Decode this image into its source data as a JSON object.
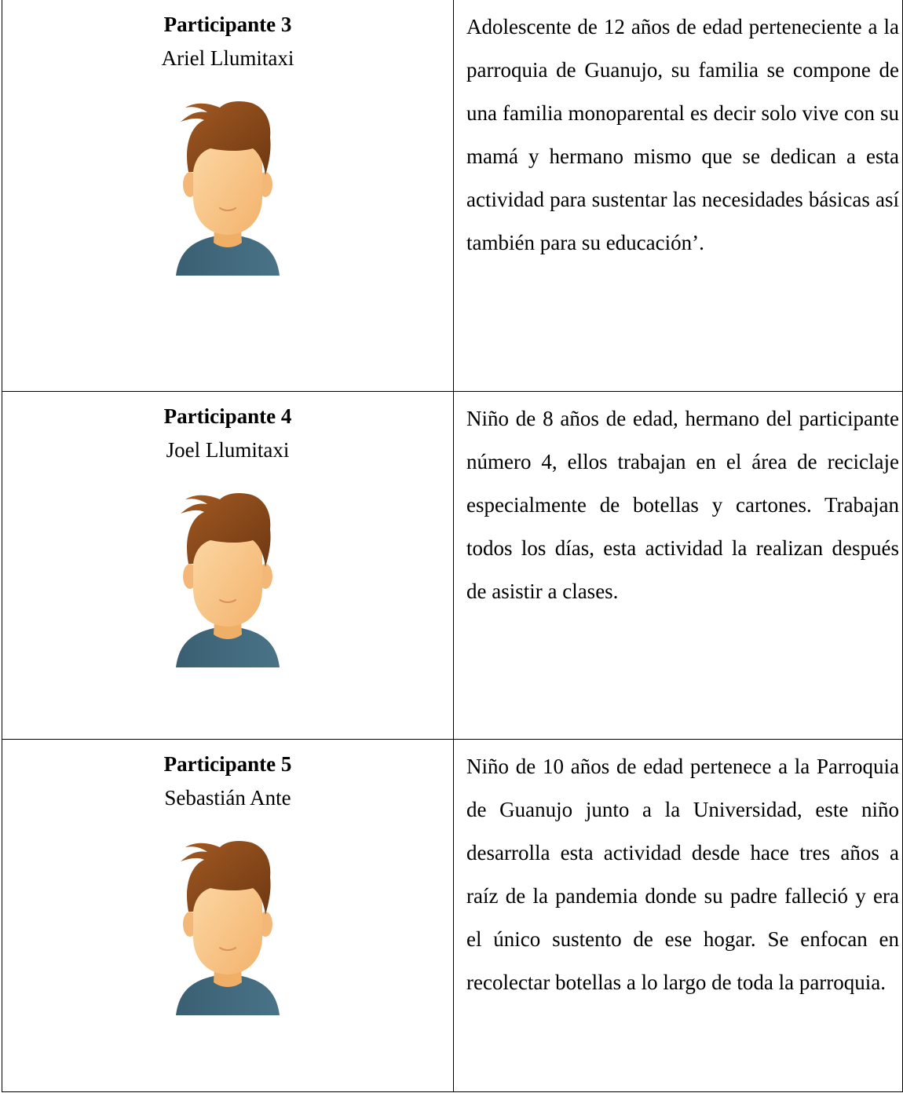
{
  "rows": [
    {
      "title": "Participante 3",
      "name": "Ariel Llumitaxi",
      "avatar_icon": "male-avatar-icon",
      "description": "Adolescente de 12 años de edad perteneciente a la parroquia de Guanujo, su familia se compone de una familia monoparental es decir solo vive con su mamá y hermano mismo que se dedican a esta actividad para sustentar las necesidades básicas así también para su educación’."
    },
    {
      "title": "Participante 4",
      "name": "Joel Llumitaxi",
      "avatar_icon": "male-avatar-icon",
      "description": "Niño de 8 años de edad, hermano del participante número 4, ellos trabajan en el área de reciclaje especialmente de botellas y cartones. Trabajan todos los días, esta actividad la realizan después de asistir a clases."
    },
    {
      "title": "Participante 5",
      "name": "Sebastián Ante",
      "avatar_icon": "male-avatar-icon",
      "description": "Niño de 10 años de edad pertenece a la Parroquia de Guanujo junto a la Universidad, este niño desarrolla esta actividad desde hace tres años a raíz de la pandemia donde su padre falleció y era el único sustento de ese hogar. Se enfocan en recolectar botellas a lo largo de toda la parroquia."
    }
  ],
  "colors": {
    "skin": "#f9c98a",
    "hair": "#8b4a1c",
    "shirt": "#3d6478",
    "border": "#000000"
  }
}
